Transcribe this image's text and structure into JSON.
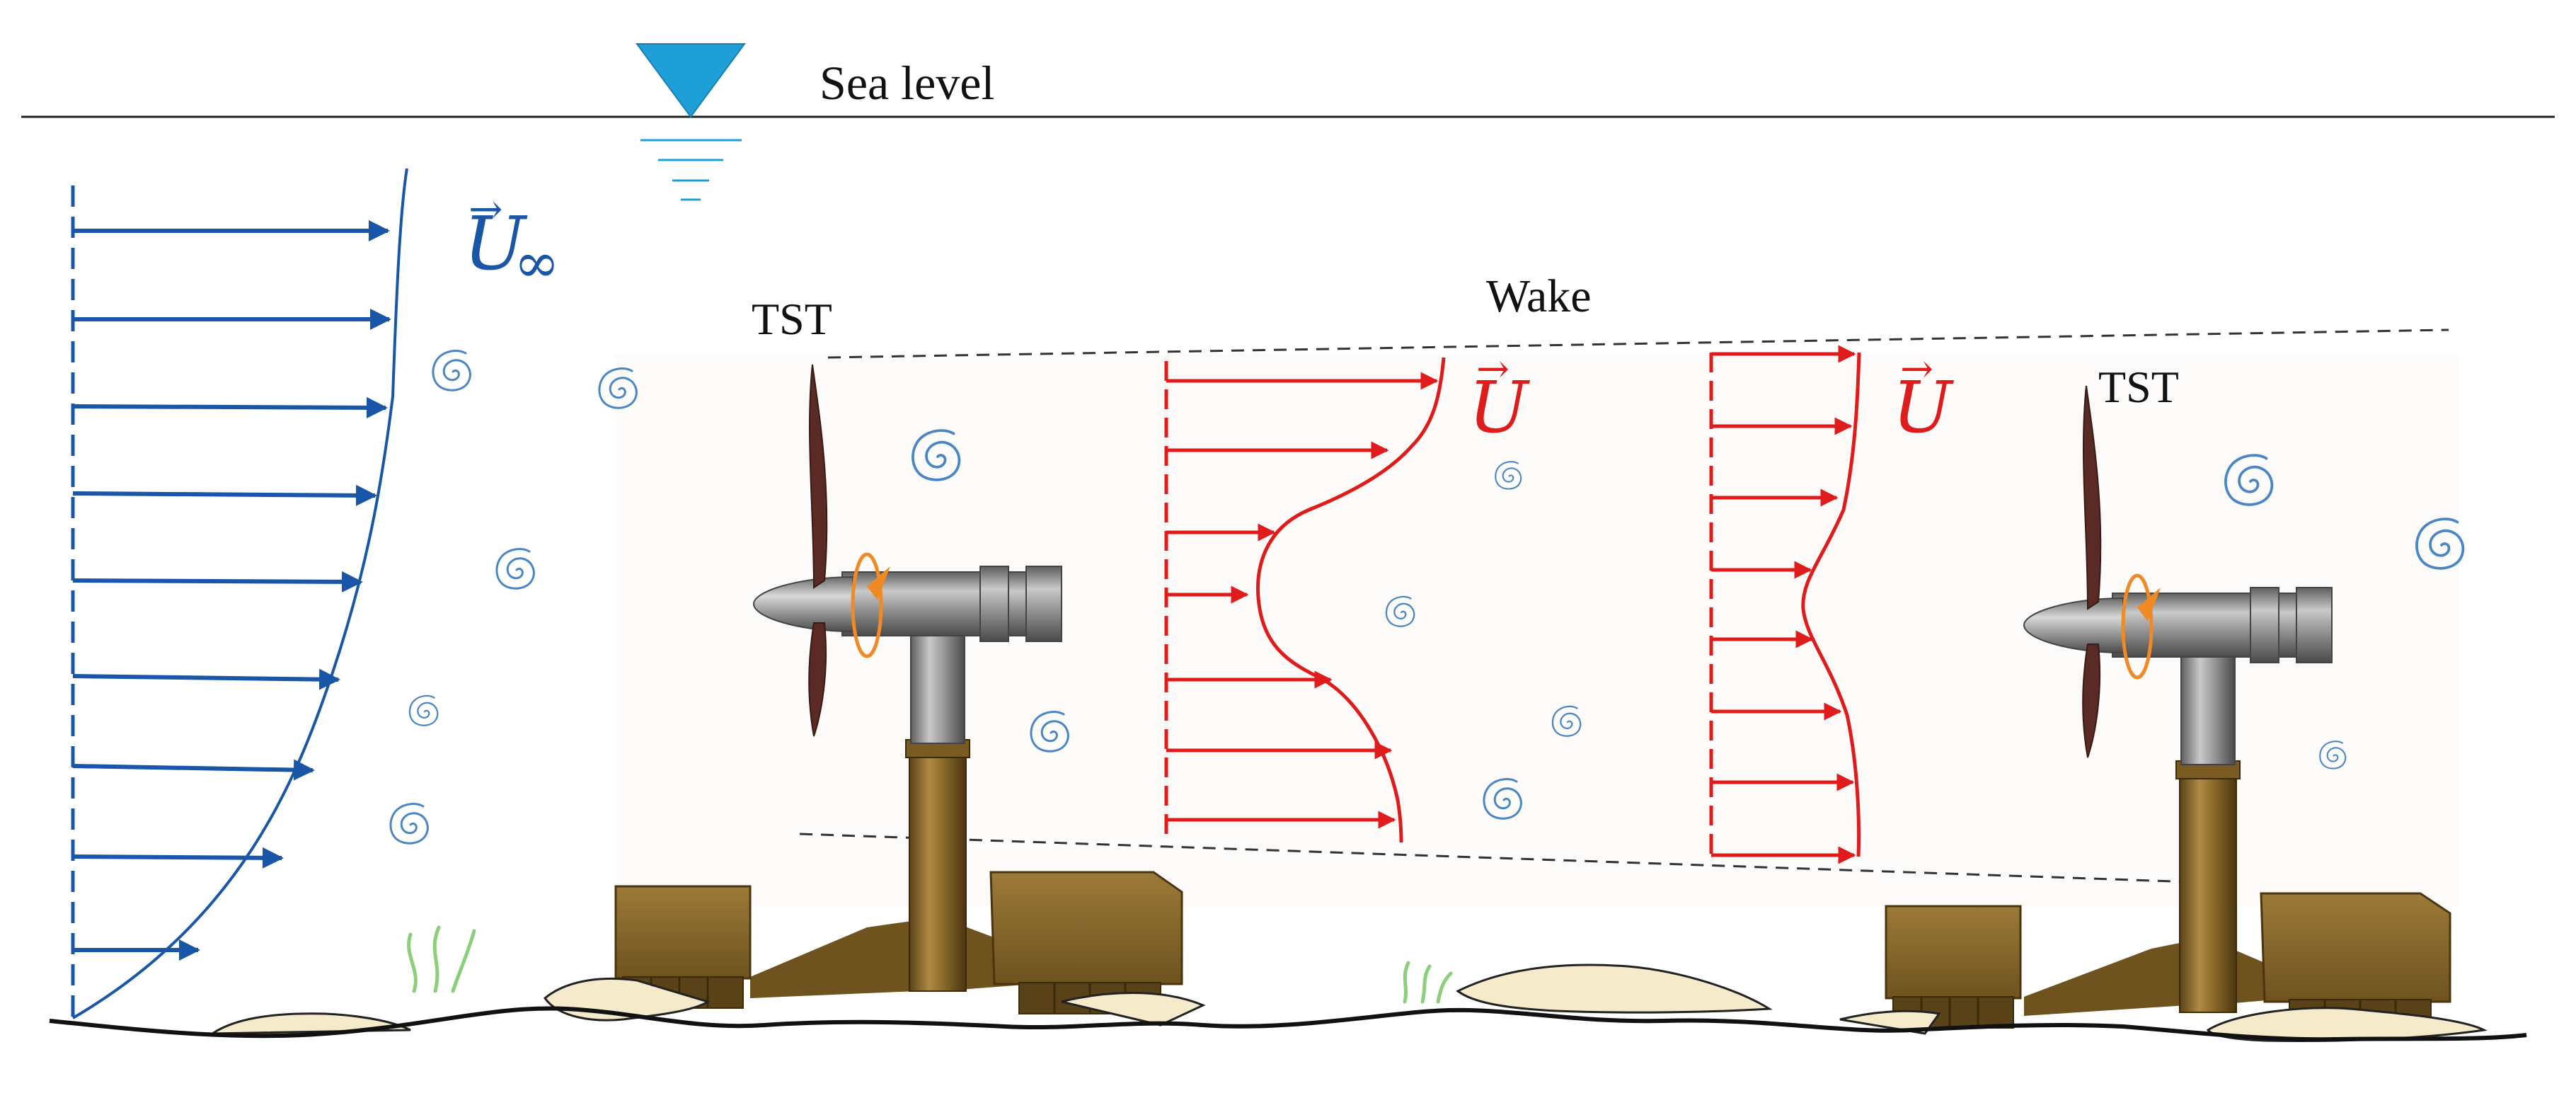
{
  "labels": {
    "sea_level": "Sea level",
    "wake": "Wake",
    "tst_left": "TST",
    "tst_right": "TST",
    "u_inf_base": "U",
    "u_inf_sub": "∞",
    "u_wake1": "U",
    "u_wake2": "U",
    "arrow_glyph": "→"
  },
  "colors": {
    "inflow": "#1a56a8",
    "wake": "#e01b1b",
    "sea_marker": "#1e9fd8",
    "vortex": "#4a86c6",
    "rotor_arrow": "#f08a24",
    "turbine_grey": "#8c8c8c",
    "tower_brown": "#8a6a2a",
    "blade": "#5a2a24",
    "sand": "#f5ebcb",
    "seagrass": "#8ccf7a"
  },
  "icons": [
    "sea-level-marker-icon",
    "vortex-icon",
    "rotation-arrow-icon",
    "seagrass-icon",
    "turbine-icon"
  ]
}
